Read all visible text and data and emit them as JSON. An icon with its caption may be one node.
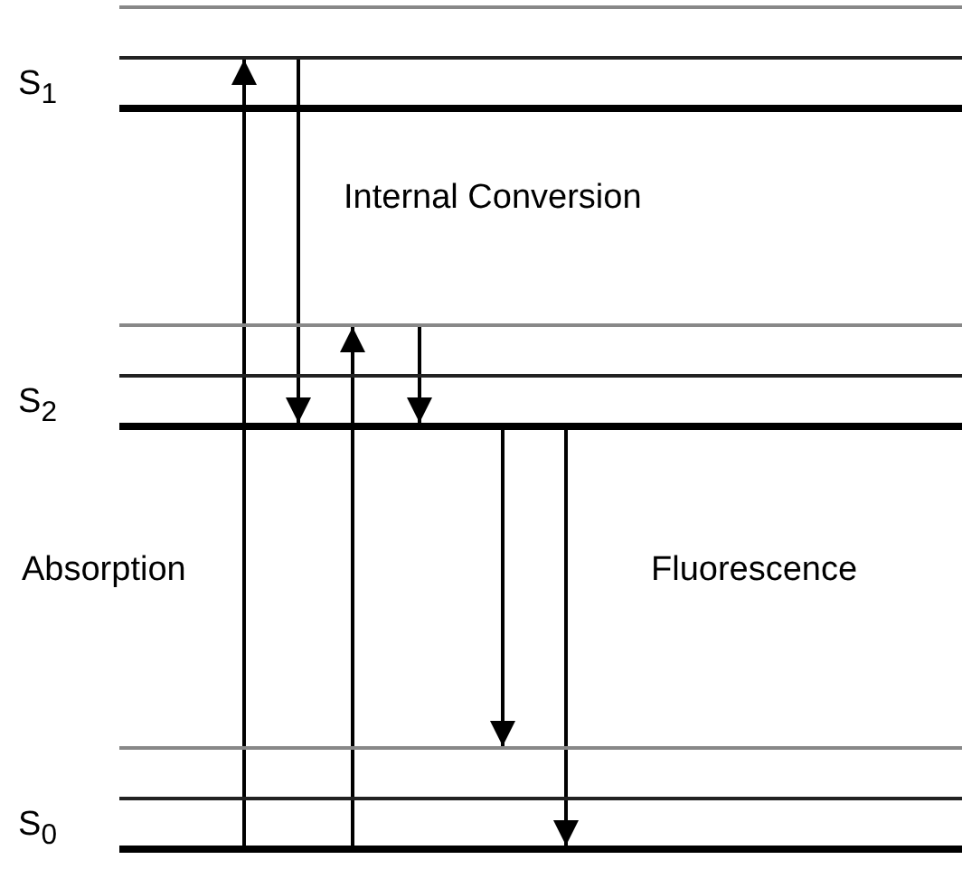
{
  "diagram": {
    "nodes": [
      {
        "text": [],
        "shape": "bar"
      },
      {
        "text": [],
        "shape": "bar"
      },
      {
        "text": [
          "S$_{1}$"
        ]
      },
      {
        "text": [],
        "shape": "bar"
      },
      {
        "text": [],
        "shape": "bar"
      },
      {
        "text": [
          "S$_{2}$"
        ]
      },
      {
        "text": [],
        "shape": "bar"
      },
      {
        "text": [],
        "shape": "bar"
      },
      {
        "text": [
          "S$_{0}$"
        ]
      }
    ],
    "edges": [
      {
        "from": 8,
        "to": 1,
        "arrow": "to"
      },
      {
        "from": 1,
        "to": 5,
        "arrow": "to"
      },
      {
        "from": 8,
        "to": 3,
        "arrow": "to"
      },
      {
        "from": 3,
        "to": 5,
        "arrow": "to"
      },
      {
        "from": 5,
        "to": 6,
        "arrow": "to"
      },
      {
        "from": 5,
        "to": 8,
        "arrow": "to"
      }
    ],
    "labels": [
      "Internal Conversion",
      "Absorption",
      "Fluorescence"
    ]
  }
}
